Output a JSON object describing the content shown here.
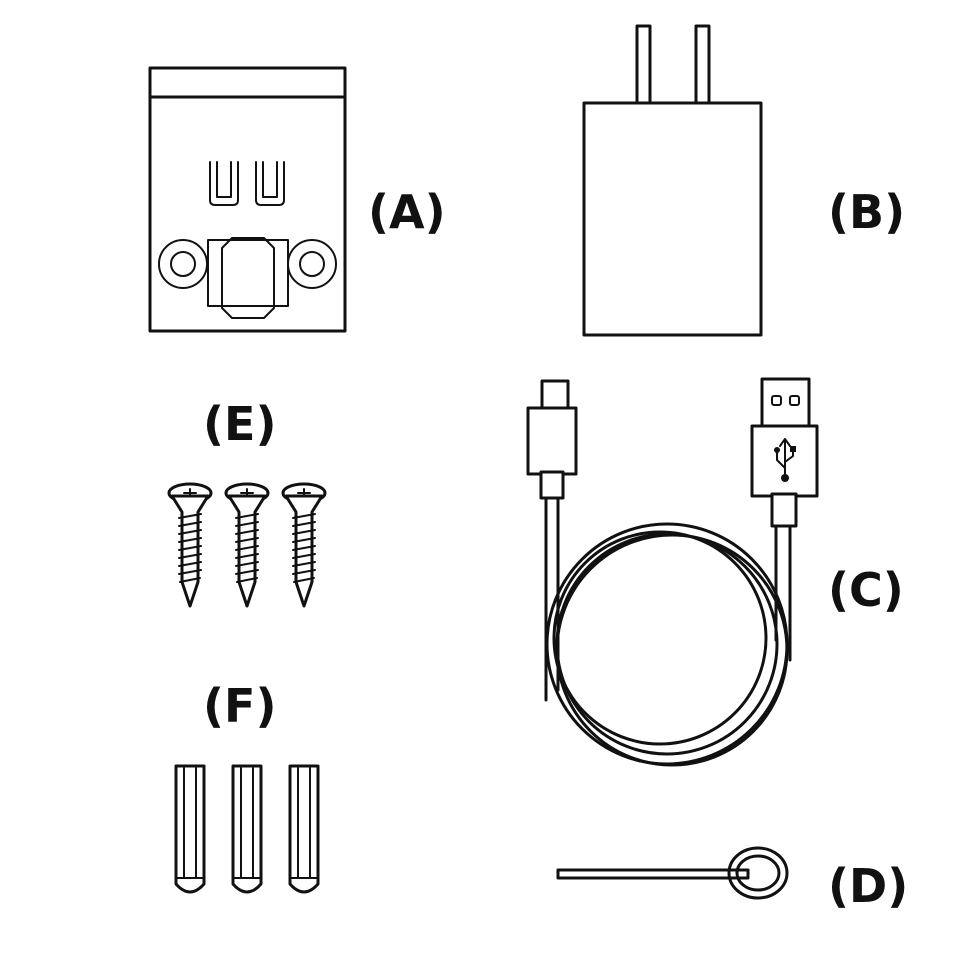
{
  "labels": {
    "a": "(A)",
    "b": "(B)",
    "c": "(C)",
    "d": "(D)",
    "e": "(E)",
    "f": "(F)"
  },
  "colors": {
    "line": "#111111",
    "background": "#ffffff"
  }
}
